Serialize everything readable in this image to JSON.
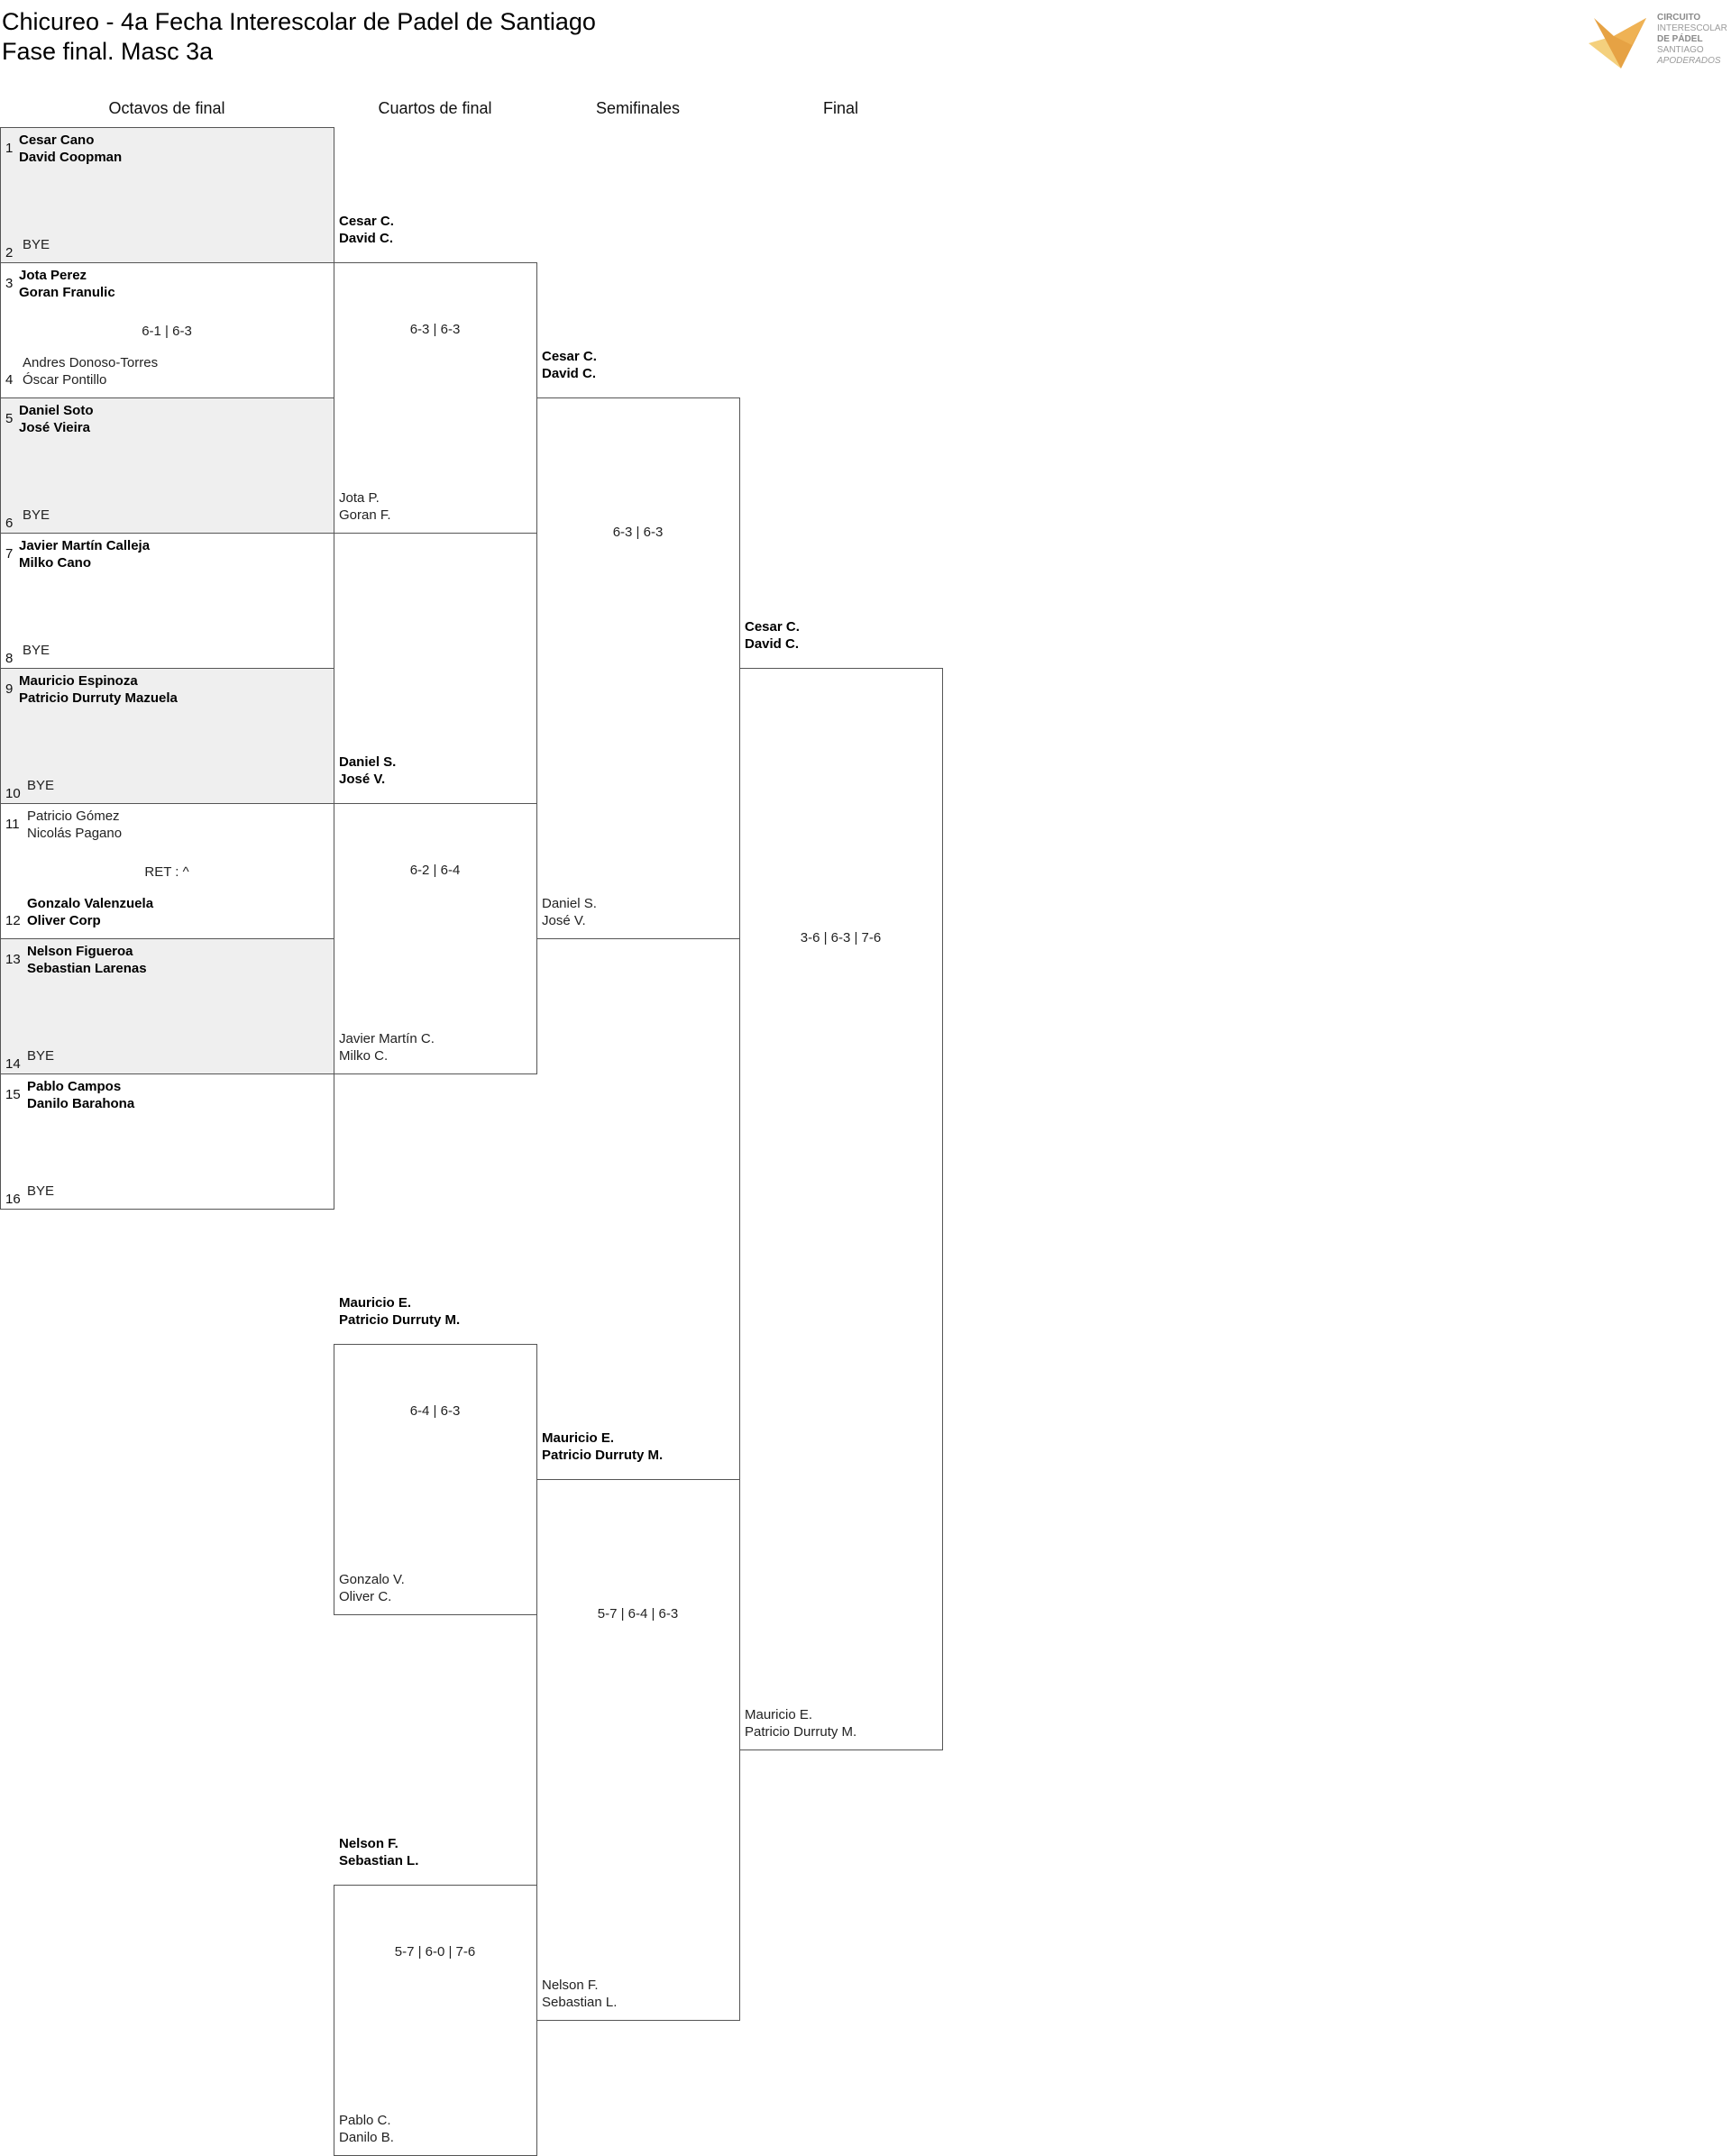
{
  "header": {
    "title": "Chicureo - 4a Fecha Interescolar de Padel de Santiago",
    "subtitle": "Fase final. Masc 3a"
  },
  "logo": {
    "lines": [
      "CIRCUITO",
      "INTERESCOLAR",
      "DE PÁDEL",
      "SANTIAGO",
      "APODERADOS"
    ],
    "colors": {
      "primary": "#e6a244",
      "light": "#f2c866"
    }
  },
  "rounds": [
    "Octavos de final",
    "Cuartos de final",
    "Semifinales",
    "Final"
  ],
  "octavos": [
    {
      "top": {
        "seed": "1",
        "names": [
          "Cesar Cano",
          "David Coopman"
        ],
        "winner": true
      },
      "bottom": {
        "seed": "2",
        "names": [
          "BYE"
        ],
        "winner": false
      },
      "score": "",
      "shaded": true
    },
    {
      "top": {
        "seed": "3",
        "names": [
          "Jota Perez",
          "Goran Franulic"
        ],
        "winner": true
      },
      "bottom": {
        "seed": "4",
        "names": [
          "Andres Donoso-Torres",
          "Óscar Pontillo"
        ],
        "winner": false
      },
      "score": "6-1 | 6-3",
      "shaded": false
    },
    {
      "top": {
        "seed": "5",
        "names": [
          "Daniel Soto",
          "José Vieira"
        ],
        "winner": true
      },
      "bottom": {
        "seed": "6",
        "names": [
          "BYE"
        ],
        "winner": false
      },
      "score": "",
      "shaded": true
    },
    {
      "top": {
        "seed": "7",
        "names": [
          "Javier Martín Calleja",
          "Milko Cano"
        ],
        "winner": true
      },
      "bottom": {
        "seed": "8",
        "names": [
          "BYE"
        ],
        "winner": false
      },
      "score": "",
      "shaded": false
    },
    {
      "top": {
        "seed": "9",
        "names": [
          "Mauricio Espinoza",
          "Patricio Durruty Mazuela"
        ],
        "winner": true
      },
      "bottom": {
        "seed": "10",
        "names": [
          "BYE"
        ],
        "winner": false
      },
      "score": "",
      "shaded": true
    },
    {
      "top": {
        "seed": "11",
        "names": [
          "Patricio Gómez",
          "Nicolás Pagano"
        ],
        "winner": false
      },
      "bottom": {
        "seed": "12",
        "names": [
          "Gonzalo Valenzuela",
          "Oliver Corp"
        ],
        "winner": true
      },
      "score": "RET : ^",
      "shaded": false
    },
    {
      "top": {
        "seed": "13",
        "names": [
          "Nelson Figueroa",
          "Sebastian Larenas"
        ],
        "winner": true
      },
      "bottom": {
        "seed": "14",
        "names": [
          "BYE"
        ],
        "winner": false
      },
      "score": "",
      "shaded": true
    },
    {
      "top": {
        "seed": "15",
        "names": [
          "Pablo Campos",
          "Danilo Barahona"
        ],
        "winner": true
      },
      "bottom": {
        "seed": "16",
        "names": [
          "BYE"
        ],
        "winner": false
      },
      "score": "",
      "shaded": false
    }
  ],
  "cuartos": [
    {
      "top": {
        "names": [
          "Cesar C.",
          "David C."
        ],
        "winner": true
      },
      "bottom": {
        "names": [
          "Jota P.",
          "Goran F."
        ],
        "winner": false
      },
      "score": "6-3 | 6-3"
    },
    {
      "top": {
        "names": [
          "Daniel S.",
          "José V."
        ],
        "winner": true
      },
      "bottom": {
        "names": [
          "Javier Martín C.",
          "Milko C."
        ],
        "winner": false
      },
      "score": "6-2 | 6-4"
    },
    {
      "top": {
        "names": [
          "Mauricio E.",
          "Patricio Durruty M."
        ],
        "winner": true
      },
      "bottom": {
        "names": [
          "Gonzalo V.",
          "Oliver C."
        ],
        "winner": false
      },
      "score": "6-4 | 6-3"
    },
    {
      "top": {
        "names": [
          "Nelson F.",
          "Sebastian L."
        ],
        "winner": true
      },
      "bottom": {
        "names": [
          "Pablo C.",
          "Danilo B."
        ],
        "winner": false
      },
      "score": "5-7 | 6-0 | 7-6"
    }
  ],
  "semis": [
    {
      "top": {
        "names": [
          "Cesar C.",
          "David C."
        ],
        "winner": true
      },
      "bottom": {
        "names": [
          "Daniel S.",
          "José V."
        ],
        "winner": false
      },
      "score": "6-3 | 6-3"
    },
    {
      "top": {
        "names": [
          "Mauricio E.",
          "Patricio Durruty M."
        ],
        "winner": true
      },
      "bottom": {
        "names": [
          "Nelson F.",
          "Sebastian L."
        ],
        "winner": false
      },
      "score": "5-7 | 6-4 | 6-3"
    }
  ],
  "final": [
    {
      "top": {
        "names": [
          "Cesar C.",
          "David C."
        ],
        "winner": true
      },
      "bottom": {
        "names": [
          "Mauricio E.",
          "Patricio Durruty M."
        ],
        "winner": false
      },
      "score": "3-6 | 6-3 | 7-6"
    }
  ]
}
